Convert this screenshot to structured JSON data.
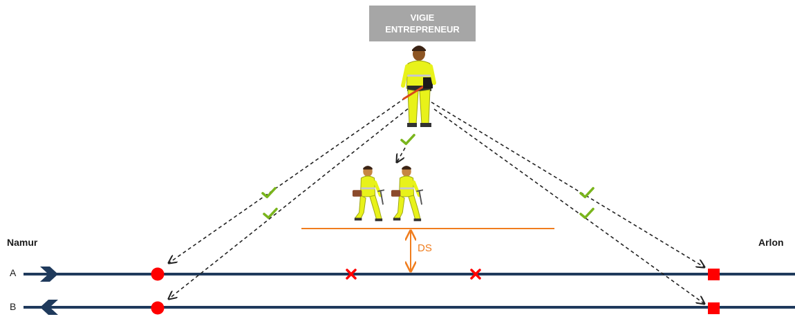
{
  "lookout": {
    "line1": "VIGIE",
    "line2": "ENTREPRENEUR"
  },
  "stations": {
    "left": "Namur",
    "right": "Arlon"
  },
  "tracks": {
    "a": "A",
    "b": "B"
  },
  "safety_distance": "DS",
  "colors": {
    "track": "#1f3a5c",
    "signal": "#ff0000",
    "safety_line": "#f07d1e",
    "check": "#7ab51d",
    "vest": "#e8f21a",
    "label_box": "#a6a6a6"
  },
  "icons": {
    "worker": "worker-icon",
    "check": "check-icon",
    "signal": "signal-icon",
    "cross": "cross-icon",
    "direction": "chevron-icon"
  }
}
